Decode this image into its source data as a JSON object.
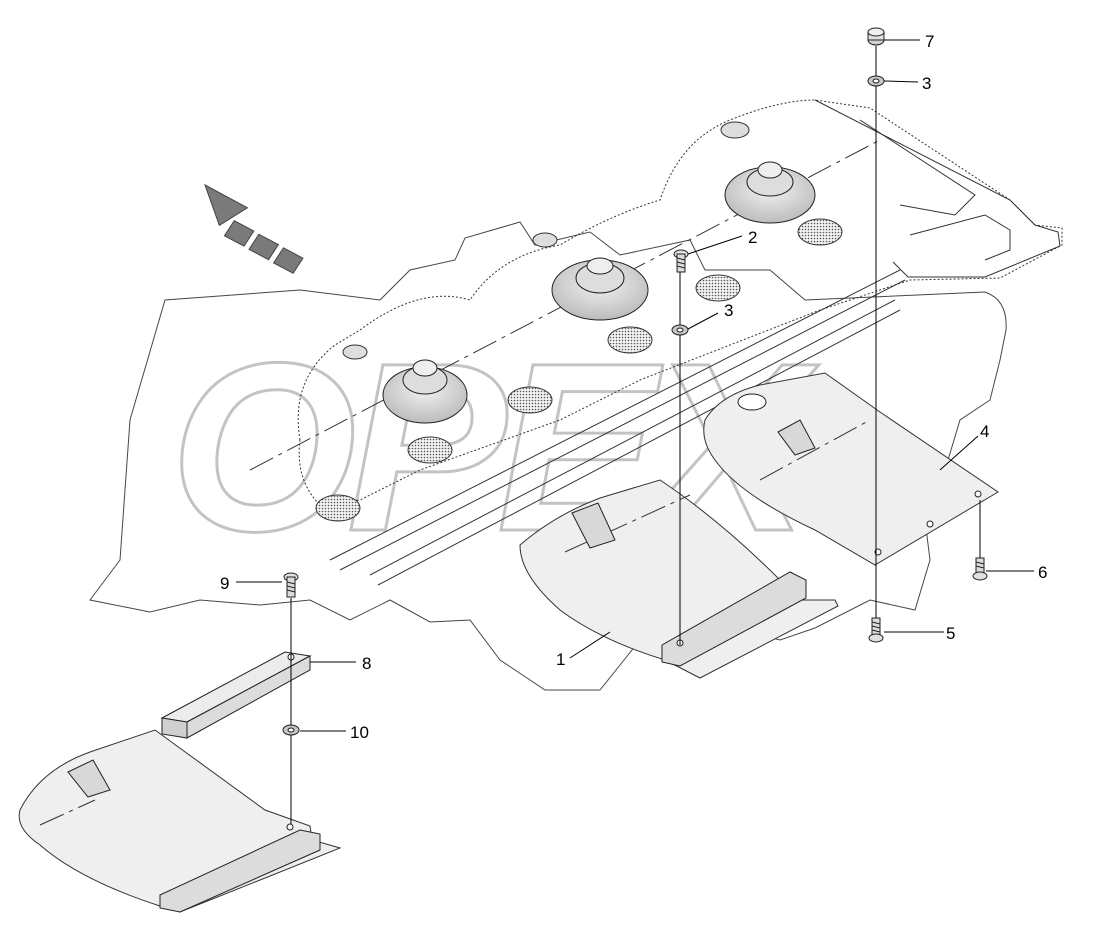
{
  "watermark": {
    "text": "OPEX",
    "color": "#bdbdbd"
  },
  "direction_arrow": {
    "icon": "travel-direction-arrow-icon",
    "color": "#7a7a7a"
  },
  "callouts": [
    {
      "id": "c1",
      "label": "1"
    },
    {
      "id": "c2",
      "label": "2"
    },
    {
      "id": "c3a",
      "label": "3"
    },
    {
      "id": "c3b",
      "label": "3"
    },
    {
      "id": "c4",
      "label": "4"
    },
    {
      "id": "c5",
      "label": "5"
    },
    {
      "id": "c6",
      "label": "6"
    },
    {
      "id": "c7",
      "label": "7"
    },
    {
      "id": "c8",
      "label": "8"
    },
    {
      "id": "c9",
      "label": "9"
    },
    {
      "id": "c10",
      "label": "10"
    }
  ]
}
